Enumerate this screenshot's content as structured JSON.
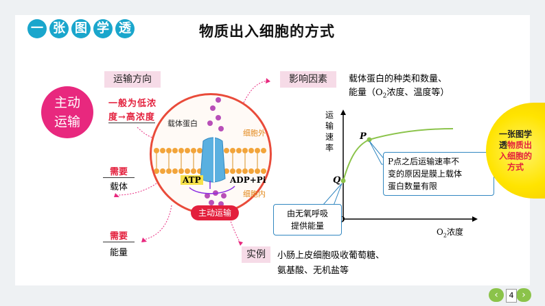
{
  "banner": {
    "chars": [
      "一",
      "张",
      "图",
      "学",
      "透"
    ]
  },
  "title": "物质出入细胞的方式",
  "active_transport_label": [
    "主动",
    "运输"
  ],
  "direction": {
    "box_label": "运输方向",
    "value_line1": "一般为低浓",
    "value_line2": "度→高浓度"
  },
  "carrier": {
    "need": "需要",
    "item": "载体"
  },
  "energy": {
    "need": "需要",
    "item": "能量"
  },
  "cell": {
    "carrier_protein": "载体蛋白",
    "outside": "细胞外",
    "inside": "细胞内",
    "atp": "ATP",
    "adp": "ADP+Pi",
    "badge": "主动运输"
  },
  "factors": {
    "box_label": "影响因素",
    "line1": "载体蛋白的种类和数量、",
    "line2_a": "能量（O",
    "line2_sub": "2",
    "line2_b": "浓度、温度等）"
  },
  "graph": {
    "ylabel_chars": [
      "运",
      "输",
      "速",
      "率"
    ],
    "xlabel_main": "O",
    "xlabel_sub": "2",
    "xlabel_rest": "浓度",
    "point_p": "P",
    "point_q": "Q",
    "origin": "O",
    "note_p": [
      "P点之后运输速率不",
      "变的原因是膜上载体",
      "蛋白数量有限"
    ],
    "note_q": [
      "由无氧呼吸",
      "提供能量"
    ]
  },
  "examples": {
    "box_label": "实例",
    "line1": "小肠上皮细胞吸收葡萄糖、",
    "line2": "氨基酸、无机盐等"
  },
  "side_badge": {
    "black": "一张图学",
    "black2": "透",
    "red1": "物质出",
    "red2": "入细胞的",
    "red3": "方式"
  },
  "nav": {
    "page": "4",
    "prev": "‹",
    "next": "›"
  },
  "colors": {
    "accent": "#1aa6cc",
    "magenta": "#e8287e",
    "red": "#e31f3c",
    "curve": "#8bc34a"
  }
}
